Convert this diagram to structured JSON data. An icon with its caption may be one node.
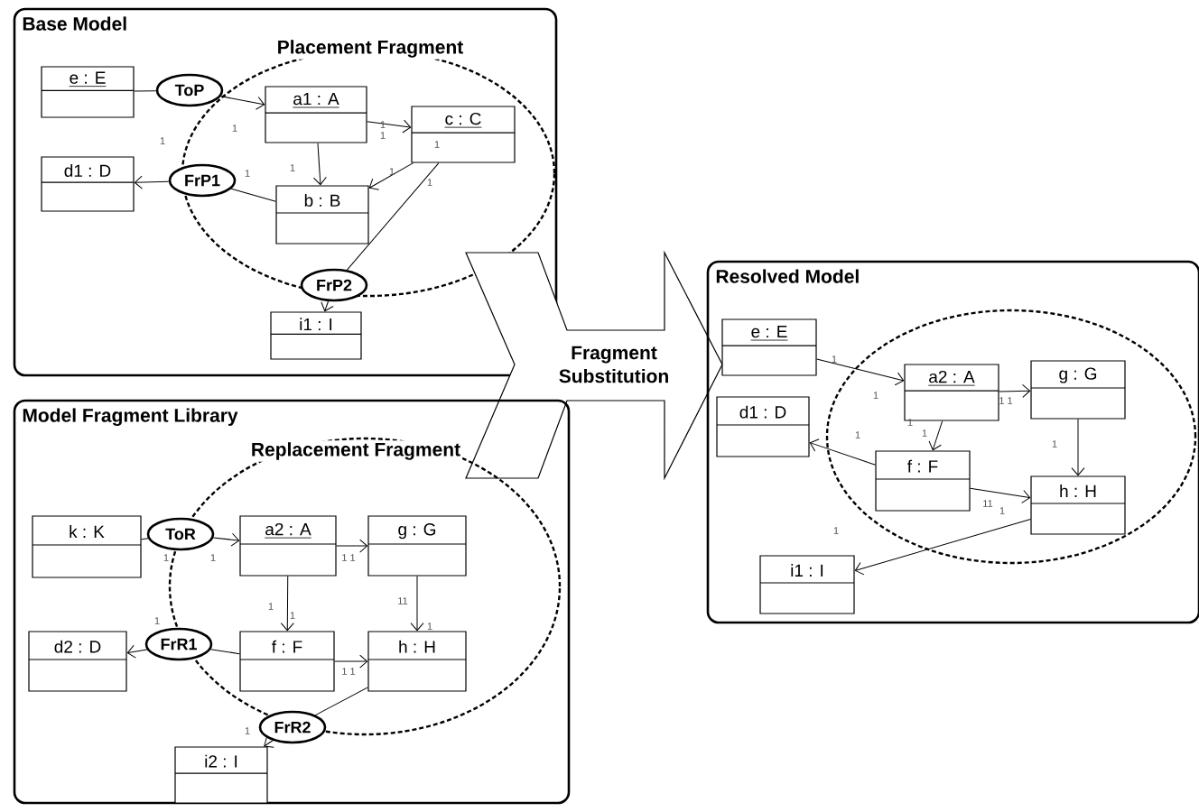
{
  "diagram": {
    "nodes": [
      {
        "text": [
          "Base Model"
        ]
      },
      {
        "text": [
          "Placement Fragment"
        ],
        "in": 0
      },
      {
        "text": [
          "e : E"
        ],
        "in": 0
      },
      {
        "text": [
          "ToP"
        ],
        "in": 0
      },
      {
        "text": [
          "a1 : A"
        ],
        "in": 1
      },
      {
        "text": [
          "c : C"
        ],
        "in": 1
      },
      {
        "text": [
          "d1 : D"
        ],
        "in": 0
      },
      {
        "text": [
          "FrP1"
        ],
        "in": 0
      },
      {
        "text": [
          "b : B"
        ],
        "in": 1
      },
      {
        "text": [
          "FrP2"
        ],
        "in": 0
      },
      {
        "text": [
          "i1 : I"
        ],
        "in": 0
      },
      {
        "text": [
          "Fragment Substitution"
        ]
      },
      {
        "text": [
          "Model Fragment Library"
        ]
      },
      {
        "text": [
          "Replacement Fragment"
        ],
        "in": 12
      },
      {
        "text": [
          "k : K"
        ],
        "in": 12
      },
      {
        "text": [
          "ToR"
        ],
        "in": 12
      },
      {
        "text": [
          "a2 : A"
        ],
        "in": 13
      },
      {
        "text": [
          "g : G"
        ],
        "in": 13
      },
      {
        "text": [
          "d2 : D"
        ],
        "in": 12
      },
      {
        "text": [
          "FrR1"
        ],
        "in": 12
      },
      {
        "text": [
          "f : F"
        ],
        "in": 13
      },
      {
        "text": [
          "h : H"
        ],
        "in": 13
      },
      {
        "text": [
          "FrR2"
        ],
        "in": 12
      },
      {
        "text": [
          "i2 : I"
        ],
        "in": 12
      },
      {
        "text": [
          "Resolved Model"
        ]
      },
      {
        "text": [],
        "shape": "ellipse",
        "in": 24
      },
      {
        "text": [
          "e : E"
        ],
        "in": 24
      },
      {
        "text": [
          "a2 : A"
        ],
        "in": 25
      },
      {
        "text": [
          "g : G"
        ],
        "in": 25
      },
      {
        "text": [
          "d1 : D"
        ],
        "in": 24
      },
      {
        "text": [
          "f : F"
        ],
        "in": 25
      },
      {
        "text": [
          "h : H"
        ],
        "in": 25
      },
      {
        "text": [
          "i1 : I"
        ],
        "in": 24
      }
    ],
    "edges": [
      {
        "from": 2,
        "to": 3,
        "arrow": "none"
      },
      {
        "from": 3,
        "to": 4,
        "arrow": "to"
      },
      {
        "from": 4,
        "to": 5,
        "arrow": "to"
      },
      {
        "from": 4,
        "to": 8,
        "arrow": "to"
      },
      {
        "from": 5,
        "to": 8,
        "arrow": "to"
      },
      {
        "from": 8,
        "to": 7,
        "arrow": "none"
      },
      {
        "from": 7,
        "to": 6,
        "arrow": "to"
      },
      {
        "from": 5,
        "to": 9,
        "arrow": "none"
      },
      {
        "from": 9,
        "to": 10,
        "arrow": "to"
      },
      {
        "from": 14,
        "to": 15,
        "arrow": "none"
      },
      {
        "from": 15,
        "to": 16,
        "arrow": "to"
      },
      {
        "from": 16,
        "to": 17,
        "arrow": "to"
      },
      {
        "from": 16,
        "to": 20,
        "arrow": "to"
      },
      {
        "from": 17,
        "to": 21,
        "arrow": "to"
      },
      {
        "from": 20,
        "to": 21,
        "arrow": "to"
      },
      {
        "from": 20,
        "to": 19,
        "arrow": "none"
      },
      {
        "from": 19,
        "to": 18,
        "arrow": "to"
      },
      {
        "from": 21,
        "to": 22,
        "arrow": "none"
      },
      {
        "from": 22,
        "to": 23,
        "arrow": "to"
      },
      {
        "from": 26,
        "to": 27,
        "arrow": "to"
      },
      {
        "from": 27,
        "to": 28,
        "arrow": "to"
      },
      {
        "from": 27,
        "to": 30,
        "arrow": "to"
      },
      {
        "from": 28,
        "to": 31,
        "arrow": "to"
      },
      {
        "from": 30,
        "to": 31,
        "arrow": "to"
      },
      {
        "from": 30,
        "to": 29,
        "arrow": "to"
      },
      {
        "from": 31,
        "to": 32,
        "arrow": "to"
      }
    ],
    "labels": [
      "1",
      "1",
      "1",
      "1",
      "1",
      "1",
      "1",
      "1",
      "1",
      "1",
      "1",
      "1 1",
      "1",
      "1",
      "11",
      "1",
      "1",
      "1 1",
      "1",
      "1",
      "1",
      "1",
      "1",
      "1",
      "1 1",
      "1",
      "11",
      "1",
      "1"
    ]
  }
}
